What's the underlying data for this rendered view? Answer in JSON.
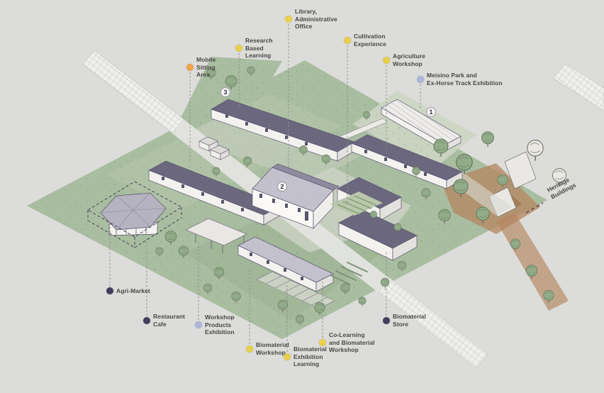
{
  "figure": {
    "type": "architectural-site-plan-axonometric",
    "heritage_legend": "Heritage\nBuildings"
  },
  "palette": {
    "background": "#dcdcda",
    "grass": "#a9bda0",
    "roof_dark": "#6e6a80",
    "road": "#e4e4e0",
    "terracotta": "#b3835f",
    "leader_line": "#8e8e8c",
    "label_text": "#474747",
    "dot_yellow": "#e8d04c",
    "dot_orange": "#efa44a",
    "dot_lavender": "#adb6d6",
    "dot_dark_purple": "#433d5a"
  },
  "labels": [
    {
      "id": "library",
      "text": "Library,\nAdministrative\nOffice",
      "color": "#e8d04c"
    },
    {
      "id": "research",
      "text": "Research\nBased\nLearning",
      "color": "#e8d04c"
    },
    {
      "id": "mobile-sitting",
      "text": "Mobile\nSitting\nArea",
      "color": "#efa44a"
    },
    {
      "id": "cultivation",
      "text": "Cultivation\nExperience",
      "color": "#e8d04c"
    },
    {
      "id": "agriculture",
      "text": "Agriculture\nWorkshop",
      "color": "#e8d04c"
    },
    {
      "id": "meisino",
      "text": "Meisino Park and\nEx-Horse Track Exhibition",
      "color": "#adb6d6"
    },
    {
      "id": "agri-market",
      "text": "Agri-Market",
      "color": "#433d5a"
    },
    {
      "id": "restaurant",
      "text": "Restaurant\nCafe",
      "color": "#433d5a"
    },
    {
      "id": "workshop-products",
      "text": "Workshop\nProducts\nExhibition",
      "color": "#adb6d6"
    },
    {
      "id": "biomaterial-workshop",
      "text": "Biomaterial\nWorkshop",
      "color": "#e8d04c"
    },
    {
      "id": "biomaterial-exhibition",
      "text": "Biomaterial\nExhibition\nLearning",
      "color": "#e8d04c"
    },
    {
      "id": "co-learning",
      "text": "Co-Learning\nand Biomaterial\nWorkshop",
      "color": "#e8d04c"
    },
    {
      "id": "biomaterial-store",
      "text": "Biomaterial\nStore",
      "color": "#433d5a"
    }
  ],
  "markers": [
    {
      "number": "1"
    },
    {
      "number": "2"
    },
    {
      "number": "3"
    }
  ]
}
